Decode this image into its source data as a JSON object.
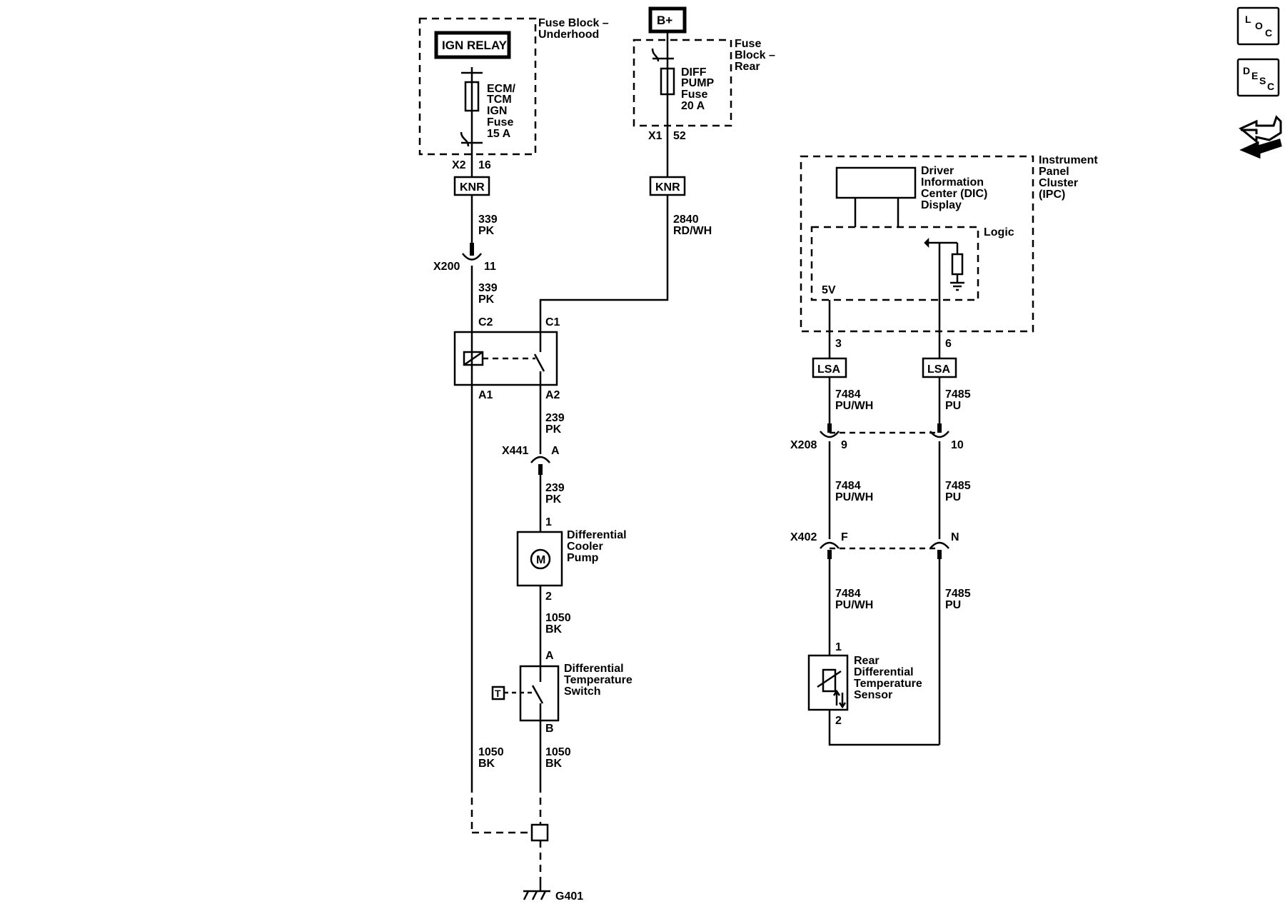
{
  "colors": {
    "line": "#000000",
    "background": "#ffffff"
  },
  "fuse_block_underhood": {
    "label_1": "Fuse Block –",
    "label_2": "Underhood",
    "relay": "IGN RELAY",
    "fuse_name": [
      "ECM/",
      "TCM",
      "IGN",
      "Fuse"
    ],
    "fuse_rating": "15 A",
    "connector": "X2",
    "pin": "16"
  },
  "fuse_block_rear": {
    "power": "B+",
    "label_1": "Fuse",
    "label_2": "Block –",
    "label_3": "Rear",
    "fuse_name": [
      "DIFF",
      "PUMP",
      "Fuse"
    ],
    "fuse_rating": "20 A",
    "connector": "X1",
    "pin": "52"
  },
  "knr_label": "KNR",
  "lsa_label": "LSA",
  "wires": {
    "w339": {
      "circuit": "339",
      "color": "PK"
    },
    "w2840": {
      "circuit": "2840",
      "color": "RD/WH"
    },
    "w239": {
      "circuit": "239",
      "color": "PK"
    },
    "w1050": {
      "circuit": "1050",
      "color": "BK"
    },
    "w7484": {
      "circuit": "7484",
      "color": "PU/WH"
    },
    "w7485": {
      "circuit": "7485",
      "color": "PU"
    }
  },
  "connectors": {
    "x200": {
      "name": "X200",
      "pin": "11"
    },
    "x441": {
      "name": "X441",
      "pin": "A"
    },
    "x208": {
      "name": "X208",
      "pin_a": "9",
      "pin_b": "10"
    },
    "x402": {
      "name": "X402",
      "pin_a": "F",
      "pin_b": "N"
    }
  },
  "relay_pins": {
    "c2": "C2",
    "c1": "C1",
    "a1": "A1",
    "a2": "A2"
  },
  "pump": {
    "label": [
      "Differential",
      "Cooler",
      "Pump"
    ],
    "symbol": "M",
    "pin_top": "1",
    "pin_bottom": "2"
  },
  "temp_switch": {
    "label": [
      "Differential",
      "Temperature",
      "Switch"
    ],
    "symbol": "T",
    "pin_top": "A",
    "pin_bottom": "B"
  },
  "ground": {
    "name": "G401"
  },
  "ipc": {
    "label": [
      "Instrument",
      "Panel",
      "Cluster",
      "(IPC)"
    ],
    "dic_label": [
      "Driver",
      "Information",
      "Center (DIC)",
      "Display"
    ],
    "logic_label": "Logic",
    "voltage": "5V",
    "pin_a": "3",
    "pin_b": "6"
  },
  "rear_sensor": {
    "label": [
      "Rear",
      "Differential",
      "Temperature",
      "Sensor"
    ],
    "pin_top": "1",
    "pin_bottom": "2"
  },
  "side_icons": {
    "loc": {
      "letters": [
        "L",
        "O",
        "C"
      ]
    },
    "desc": {
      "letters": [
        "D",
        "E",
        "S",
        "C"
      ]
    },
    "connector_icon": "connector-end-view-icon"
  }
}
